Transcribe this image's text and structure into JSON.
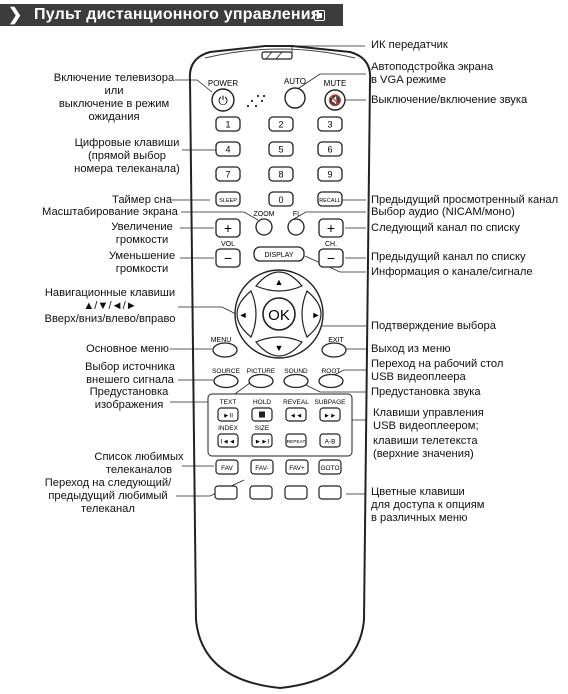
{
  "header": {
    "title": "Пульт дистанционного управления"
  },
  "remote": {
    "power": "POWER",
    "auto": "AUTO",
    "mute": "MUTE",
    "digits": [
      "1",
      "2",
      "3",
      "4",
      "5",
      "6",
      "7",
      "8",
      "9"
    ],
    "sleep": "SLEEP",
    "zero": "0",
    "recall": "RECALL",
    "zoom": "ZOOM",
    "fi": "FI",
    "plus": "+",
    "minus": "−",
    "vol": "VOL",
    "ch": "CH.",
    "display": "DISPLAY",
    "ok": "OK",
    "menu": "MENU",
    "exit": "EXIT",
    "source": "SOURCE",
    "picture": "PICTURE",
    "sound": "SOUND",
    "root": "ROOT",
    "text": "TEXT",
    "hold": "HOLD",
    "reveal": "REVEAL",
    "subpage": "SUBPAGE",
    "index": "INDEX",
    "size": "SIZE",
    "repeat": "REPEAT",
    "ab": "A-B",
    "fav": "FAV",
    "fav_minus": "FAV-",
    "fav_plus": "FAV+",
    "goto": "GOTO"
  },
  "labels": {
    "ir": "ИК передатчик",
    "auto": "Автоподстройка экрана\nв VGA режиме",
    "power": "Включение телевизора\nили\nвыключение в режим\nожидания",
    "mute": "Выключение/включение звука",
    "digits": "Цифровые клавиши\n(прямой выбор\nномера телеканала)",
    "sleep": "Таймер сна",
    "recall": "Предыдущий просмотренный канал",
    "zoom": "Масштабирование экрана",
    "fi": "Выбор аудио (NICAM/моно)",
    "vol_up": "Увеличение\nгромкости",
    "ch_up": "Следующий канал по списку",
    "vol_down": "Уменьшение\nгромкости",
    "ch_down": "Предыдущий канал по списку",
    "display": "Информация о канале/сигнале",
    "nav": "Навигационные клавиши\n▲/▼/◄/►\nВверх/вниз/влево/вправо",
    "ok": "Подтверждение выбора",
    "menu": "Основное меню",
    "exit": "Выход из меню",
    "source": "Выбор источника\nвнешего сигнала",
    "root": "Переход на рабочий стол\nUSB видеоплеера",
    "picture": "Предустановка\nизображения",
    "sound": "Предустановка звука",
    "usb": "Клавиши управления\nUSB видеоплеером;",
    "teletext": "клавиши телетекста\n(верхние значения)",
    "fav": "Список любимых\nтелеканалов",
    "fav_nav": "Переход на следующий/\nпредыдущий любимый\nтелеканал",
    "colors": "Цветные клавиши\nдля доступа к опциям\nв различных меню"
  }
}
